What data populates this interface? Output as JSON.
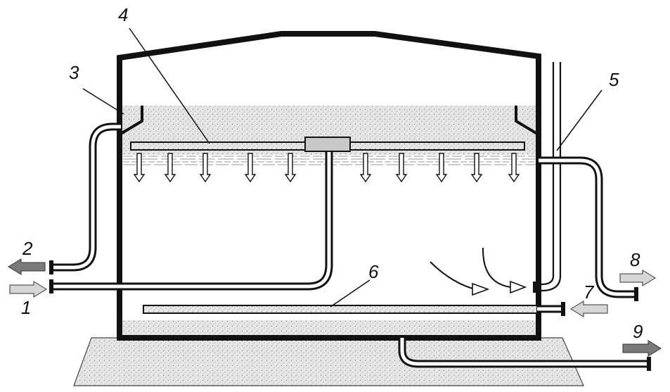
{
  "diagram": {
    "colors": {
      "outline": "#111111",
      "sand": "#dcdcdc",
      "liquid_stripe": "#9a9a9a",
      "arrow_light": "#d6d6d6",
      "arrow_dark": "#7a7a7a",
      "distributor_box": "#c8c8c8"
    },
    "callouts": {
      "n1": "1",
      "n2": "2",
      "n3": "3",
      "n4": "4",
      "n5": "5",
      "n6": "6",
      "n7": "7",
      "n8": "8",
      "n9": "9"
    }
  }
}
